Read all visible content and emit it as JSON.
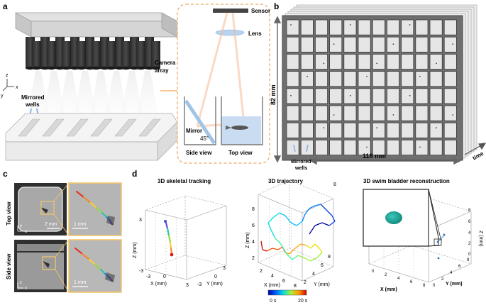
{
  "panel_a": {
    "label": "a",
    "camera_array_line1": "Camera",
    "camera_array_line2": "array",
    "axis_z": "z",
    "axis_x": "x",
    "axis_y": "y",
    "mirrored_wells_line1": "Mirrored",
    "mirrored_wells_line2": "wells",
    "sensor": "Sensor",
    "lens": "Lens",
    "mirror": "Mirror",
    "angle": "45°",
    "side_view": "Side view",
    "top_view": "Top view",
    "colors": {
      "inset_border": "#f2b77a",
      "light_beam": "#f4c6a6",
      "water": "#c9dcf2",
      "mirror": "#9fc4e6"
    }
  },
  "panel_b": {
    "label": "b",
    "height_label": "82 mm",
    "width_label": "118 mm",
    "time_label": "time",
    "mirrored_wells_line1": "Mirrored",
    "mirrored_wells_line2": "wells",
    "grid_rows": 8,
    "grid_cols": 12
  },
  "panel_c": {
    "label": "c",
    "top_view": "Top view",
    "side_view": "Side view",
    "scale_large": "2 mm",
    "scale_small": "1 mm",
    "axis_y": "y",
    "axis_x": "x",
    "axis_z": "z",
    "colors": {
      "highlight": "#f5c76b"
    }
  },
  "panel_d": {
    "label": "d",
    "titles": [
      "3D skeletal tracking",
      "3D trajectory",
      "3D swim bladder reconstruction"
    ],
    "colorbar_start": "0 s",
    "colorbar_end": "20 s",
    "plot1": {
      "xlabel": "X (mm)",
      "ylabel": "Y (mm)",
      "zlabel": "Z (mm)",
      "x_ticks": [
        "-3",
        "0",
        "3"
      ],
      "y_ticks": [
        "-3",
        "0",
        "3"
      ],
      "z_ticks": [
        "-3",
        "3"
      ]
    },
    "plot2": {
      "xlabel": "X (mm)",
      "ylabel": "Y (mm)",
      "zlabel": "Z (mm)",
      "x_ticks": [
        "2",
        "4",
        "6",
        "8"
      ],
      "y_ticks": [
        "2",
        "4",
        "6",
        "8"
      ],
      "z_ticks": [
        "2",
        "4",
        "6",
        "8"
      ],
      "extra_tick": "8"
    },
    "plot3": {
      "xlabel": "X (mm)",
      "ylabel": "Y (mm)",
      "zlabel": "Z (mm)",
      "x_ticks": [
        "0",
        "2",
        "4",
        "6",
        "8"
      ],
      "y_ticks": [
        "0",
        "2",
        "4",
        "6",
        "8"
      ],
      "z_ticks": [
        "0",
        "2",
        "4",
        "6",
        "8"
      ],
      "colors": {
        "bladder": "#1aa89c"
      }
    }
  }
}
